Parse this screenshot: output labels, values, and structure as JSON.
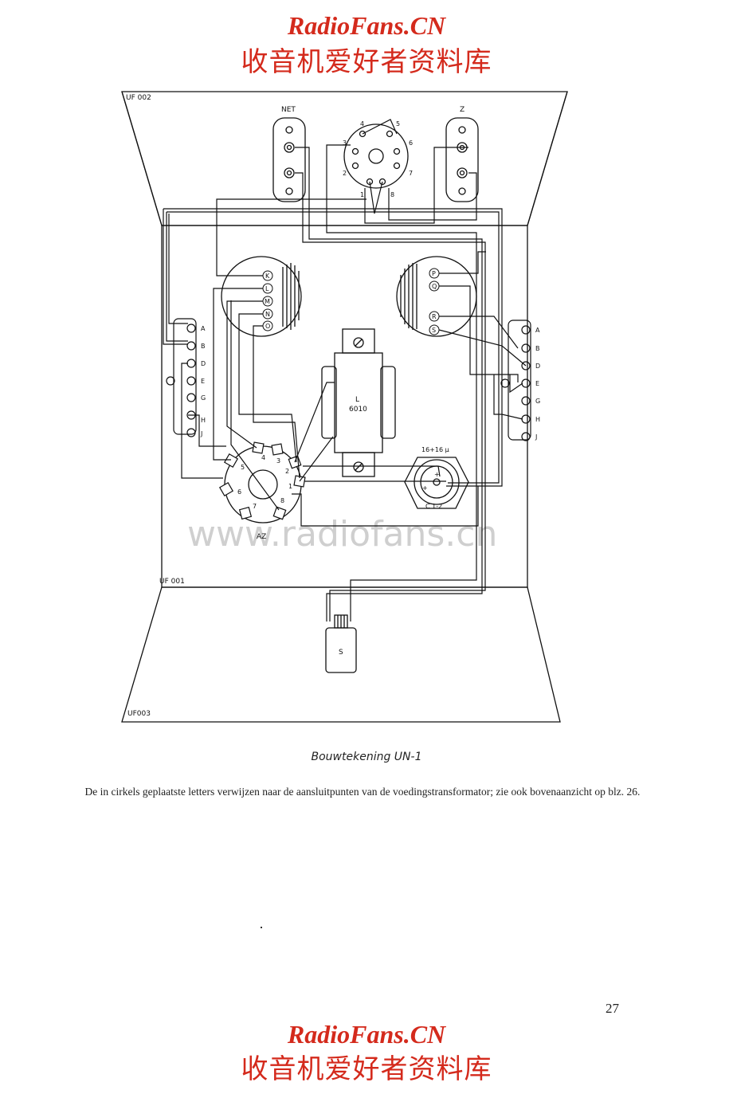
{
  "header": {
    "brand": "RadioFans.CN",
    "brand_cn": "收音机爱好者资料库"
  },
  "footer": {
    "brand": "RadioFans.CN",
    "brand_cn": "收音机爱好者资料库"
  },
  "watermark": "www.radiofans.cn",
  "drawing": {
    "panel_top_label": "UF 002",
    "panel_mid_label": "UF 001",
    "panel_bottom_label": "UF003",
    "net_label": "NET",
    "z_label": "Z",
    "selector_pins": [
      "1",
      "2",
      "3",
      "4",
      "5",
      "6",
      "7",
      "8"
    ],
    "transformer_left_pins": [
      "K",
      "L",
      "M",
      "N",
      "O"
    ],
    "transformer_right_pins": [
      "P",
      "Q",
      "R",
      "S"
    ],
    "left_strip_labels": [
      "A",
      "B",
      "D",
      "E",
      "G",
      "H",
      "J"
    ],
    "right_strip_labels": [
      "A",
      "B",
      "D",
      "E",
      "G",
      "H",
      "J"
    ],
    "choke_label": "L",
    "choke_code": "6010",
    "capacitor_value": "16+16 μ",
    "capacitor_label": "C 1-2",
    "cap_plus_1": "+",
    "cap_plus_2": "+",
    "tube_socket_pins": [
      "1",
      "2",
      "3",
      "4",
      "5",
      "6",
      "7",
      "8"
    ],
    "tube_label": "AZ",
    "switch_label": "S"
  },
  "caption": "Bouwtekening UN-1",
  "note": "De in cirkels geplaatste letters verwijzen naar de aansluitpunten van de voedingstransformator; zie ook bovenaanzicht op blz. 26.",
  "page_number": "27",
  "colors": {
    "brand": "#d42a1c",
    "ink": "#111111"
  }
}
